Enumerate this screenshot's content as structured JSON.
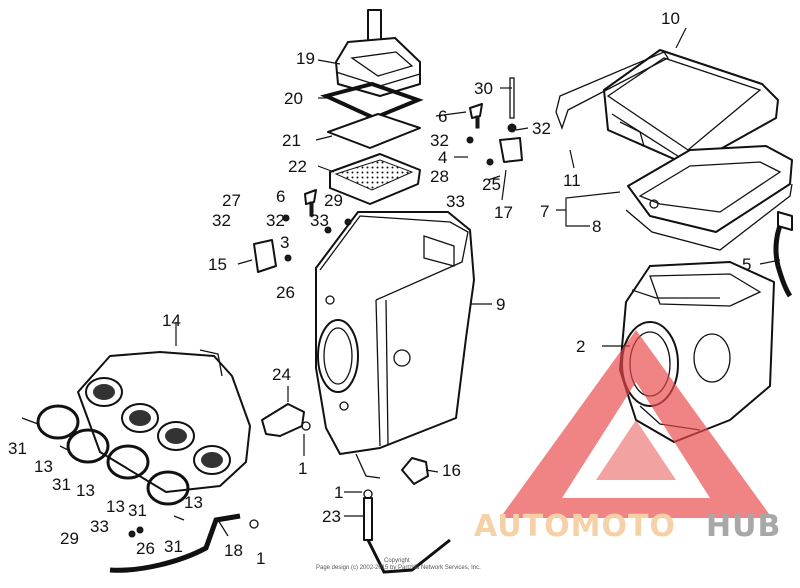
{
  "callouts": [
    {
      "id": "c10",
      "label": "10"
    },
    {
      "id": "c19",
      "label": "19"
    },
    {
      "id": "c20",
      "label": "20"
    },
    {
      "id": "c30",
      "label": "30"
    },
    {
      "id": "c6a",
      "label": "6"
    },
    {
      "id": "c32a",
      "label": "32"
    },
    {
      "id": "c32b",
      "label": "32"
    },
    {
      "id": "c21",
      "label": "21"
    },
    {
      "id": "c11",
      "label": "11"
    },
    {
      "id": "c4",
      "label": "4"
    },
    {
      "id": "c22",
      "label": "22"
    },
    {
      "id": "c28",
      "label": "28"
    },
    {
      "id": "c25",
      "label": "25"
    },
    {
      "id": "c7",
      "label": "7"
    },
    {
      "id": "c27",
      "label": "27"
    },
    {
      "id": "c6b",
      "label": "6"
    },
    {
      "id": "c29a",
      "label": "29"
    },
    {
      "id": "c33a",
      "label": "33"
    },
    {
      "id": "c17",
      "label": "17"
    },
    {
      "id": "c8",
      "label": "8"
    },
    {
      "id": "c32c",
      "label": "32"
    },
    {
      "id": "c32d",
      "label": "32"
    },
    {
      "id": "c33b",
      "label": "33"
    },
    {
      "id": "c3",
      "label": "3"
    },
    {
      "id": "c15",
      "label": "15"
    },
    {
      "id": "c5",
      "label": "5"
    },
    {
      "id": "c26a",
      "label": "26"
    },
    {
      "id": "c9",
      "label": "9"
    },
    {
      "id": "c14",
      "label": "14"
    },
    {
      "id": "c2",
      "label": "2"
    },
    {
      "id": "c24",
      "label": "24"
    },
    {
      "id": "c31a",
      "label": "31"
    },
    {
      "id": "c1a",
      "label": "1"
    },
    {
      "id": "c13a",
      "label": "13"
    },
    {
      "id": "c16",
      "label": "16"
    },
    {
      "id": "c31b",
      "label": "31"
    },
    {
      "id": "c13b",
      "label": "13"
    },
    {
      "id": "c1b",
      "label": "1"
    },
    {
      "id": "c13c",
      "label": "13"
    },
    {
      "id": "c31c",
      "label": "31"
    },
    {
      "id": "c13d",
      "label": "13"
    },
    {
      "id": "c23",
      "label": "23"
    },
    {
      "id": "c33c",
      "label": "33"
    },
    {
      "id": "c29b",
      "label": "29"
    },
    {
      "id": "c26b",
      "label": "26"
    },
    {
      "id": "c31d",
      "label": "31"
    },
    {
      "id": "c18",
      "label": "18"
    },
    {
      "id": "c1c",
      "label": "1"
    }
  ],
  "copyright": "Copyright",
  "copyright_line2": "Page design (c) 2002-2015 by Partzilla Network Services, Inc.",
  "watermark": {
    "part1": "AUTOMOTO",
    "part2": "HUB",
    "color_light": "#f5c99a",
    "color_dark": "#9a9a9a",
    "triangle_color": "#e8484a"
  }
}
